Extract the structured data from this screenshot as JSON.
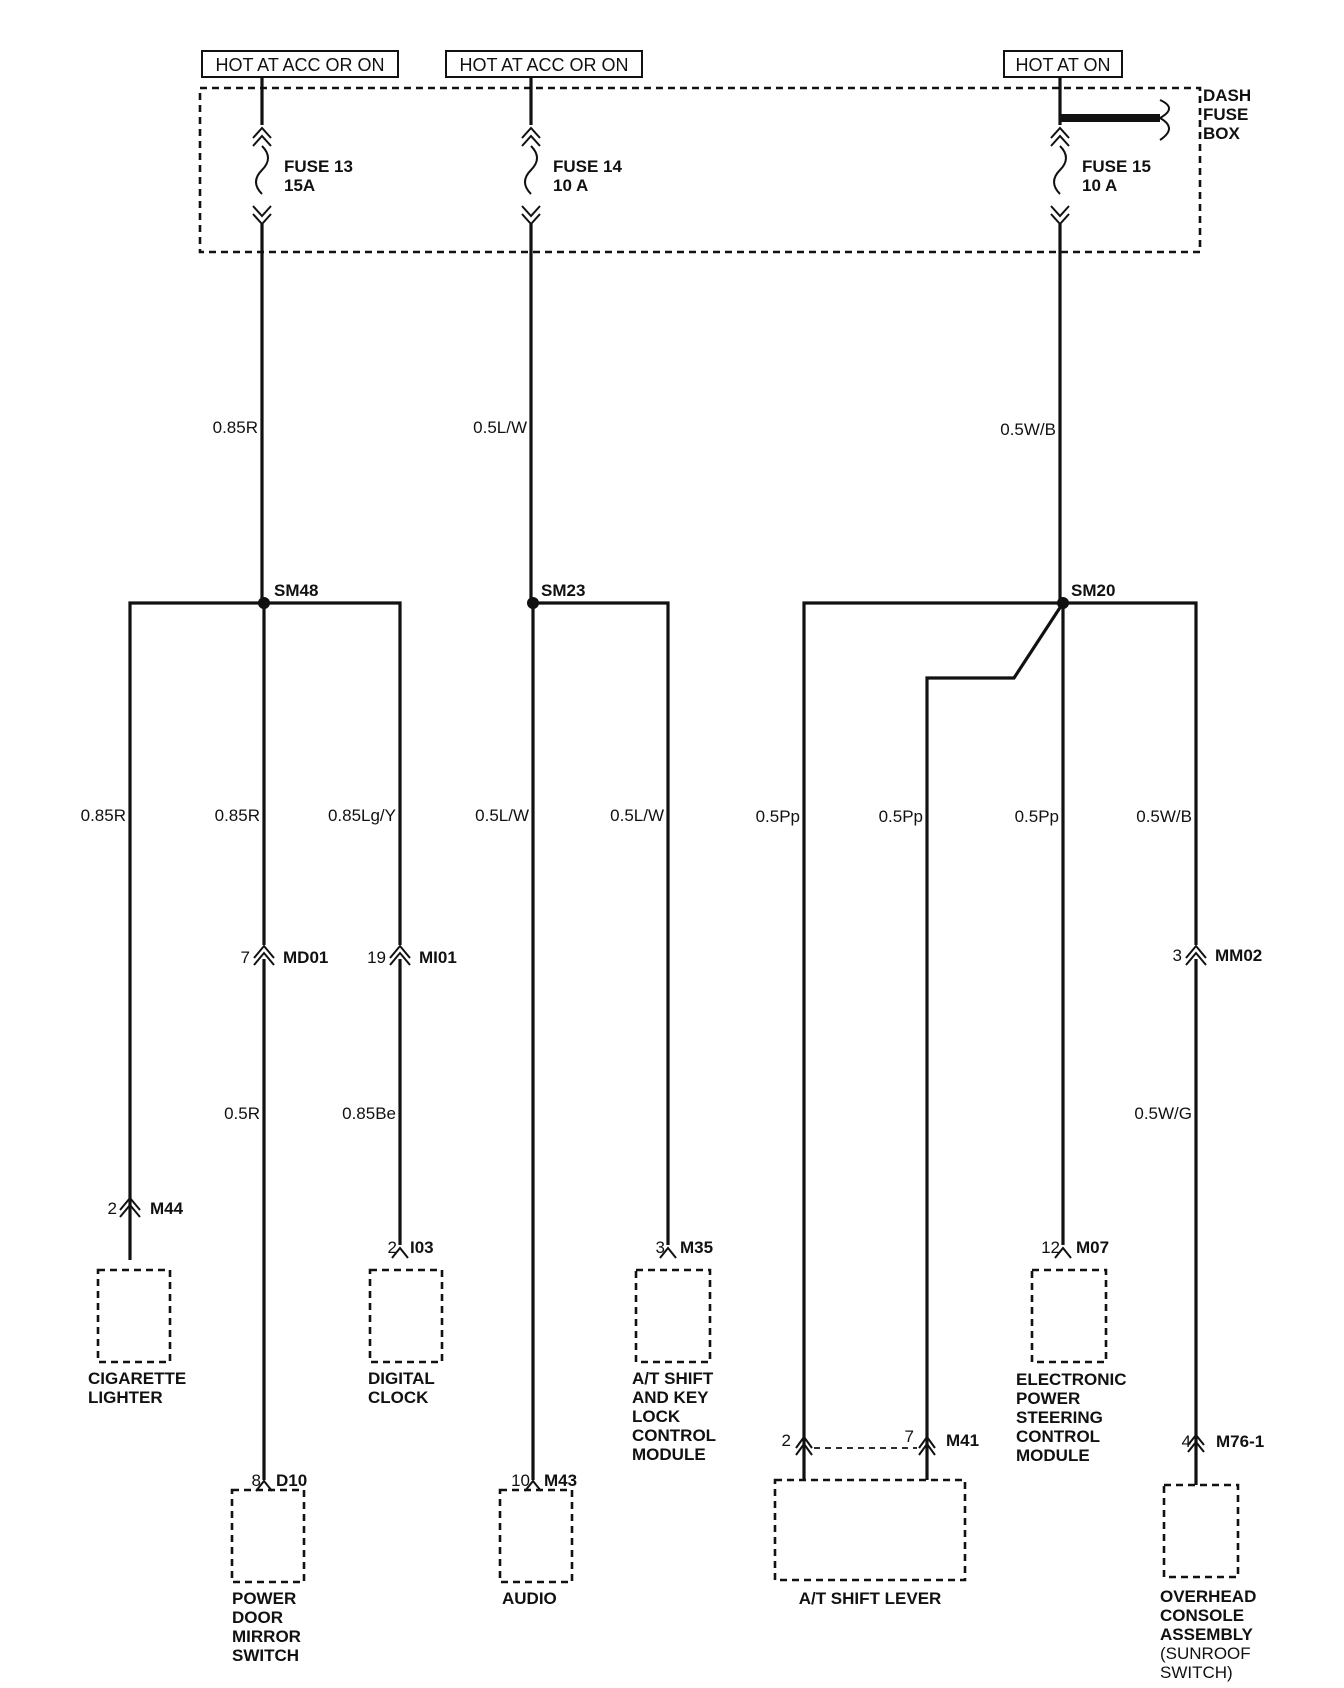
{
  "power_sources": [
    {
      "id": "src1",
      "label": "HOT AT ACC OR ON"
    },
    {
      "id": "src2",
      "label": "HOT AT ACC OR ON"
    },
    {
      "id": "src3",
      "label": "HOT AT ON"
    }
  ],
  "fuse_box_label": [
    "DASH",
    "FUSE",
    "BOX"
  ],
  "fuses": [
    {
      "name": "FUSE 13",
      "rating": "15A"
    },
    {
      "name": "FUSE 14",
      "rating": "10 A"
    },
    {
      "name": "FUSE 15",
      "rating": "10 A"
    }
  ],
  "feed_wires": [
    "0.85R",
    "0.5L/W",
    "0.5W/B"
  ],
  "splices": [
    "SM48",
    "SM23",
    "SM20"
  ],
  "branch_wires": [
    "0.85R",
    "0.85R",
    "0.85Lg/Y",
    "0.5L/W",
    "0.5L/W",
    "0.5Pp",
    "0.5Pp",
    "0.5Pp",
    "0.5W/B"
  ],
  "lower_wires": [
    "0.5R",
    "0.85Be",
    "0.5W/G"
  ],
  "inline_connectors": [
    {
      "pin": "7",
      "name": "MD01"
    },
    {
      "pin": "19",
      "name": "MI01"
    },
    {
      "pin": "3",
      "name": "MM02"
    }
  ],
  "component_connectors": [
    {
      "pin": "2",
      "name": "M44"
    },
    {
      "pin": "2",
      "name": "I03"
    },
    {
      "pin": "3",
      "name": "M35"
    },
    {
      "pin": "12",
      "name": "M07"
    },
    {
      "pin": "8",
      "name": "D10"
    },
    {
      "pin": "10",
      "name": "M43"
    },
    {
      "pin": "2",
      "name": ""
    },
    {
      "pin": "7",
      "name": "M41"
    },
    {
      "pin": "4",
      "name": "M76-1"
    }
  ],
  "components": [
    {
      "id": "cigarette-lighter",
      "lines": [
        "CIGARETTE",
        "LIGHTER"
      ]
    },
    {
      "id": "digital-clock",
      "lines": [
        "DIGITAL",
        "CLOCK"
      ]
    },
    {
      "id": "at-shift-key-lock",
      "lines": [
        "A/T SHIFT",
        "AND KEY",
        "LOCK",
        "CONTROL",
        "MODULE"
      ]
    },
    {
      "id": "eps-module",
      "lines": [
        "ELECTRONIC",
        "POWER",
        "STEERING",
        "CONTROL",
        "MODULE"
      ]
    },
    {
      "id": "power-door-mirror-switch",
      "lines": [
        "POWER",
        "DOOR",
        "MIRROR",
        "SWITCH"
      ]
    },
    {
      "id": "audio",
      "lines": [
        "AUDIO"
      ]
    },
    {
      "id": "at-shift-lever",
      "lines": [
        "A/T SHIFT LEVER"
      ]
    },
    {
      "id": "overhead-console",
      "lines": [
        "OVERHEAD",
        "CONSOLE",
        "ASSEMBLY",
        "(SUNROOF",
        "SWITCH)"
      ]
    }
  ]
}
